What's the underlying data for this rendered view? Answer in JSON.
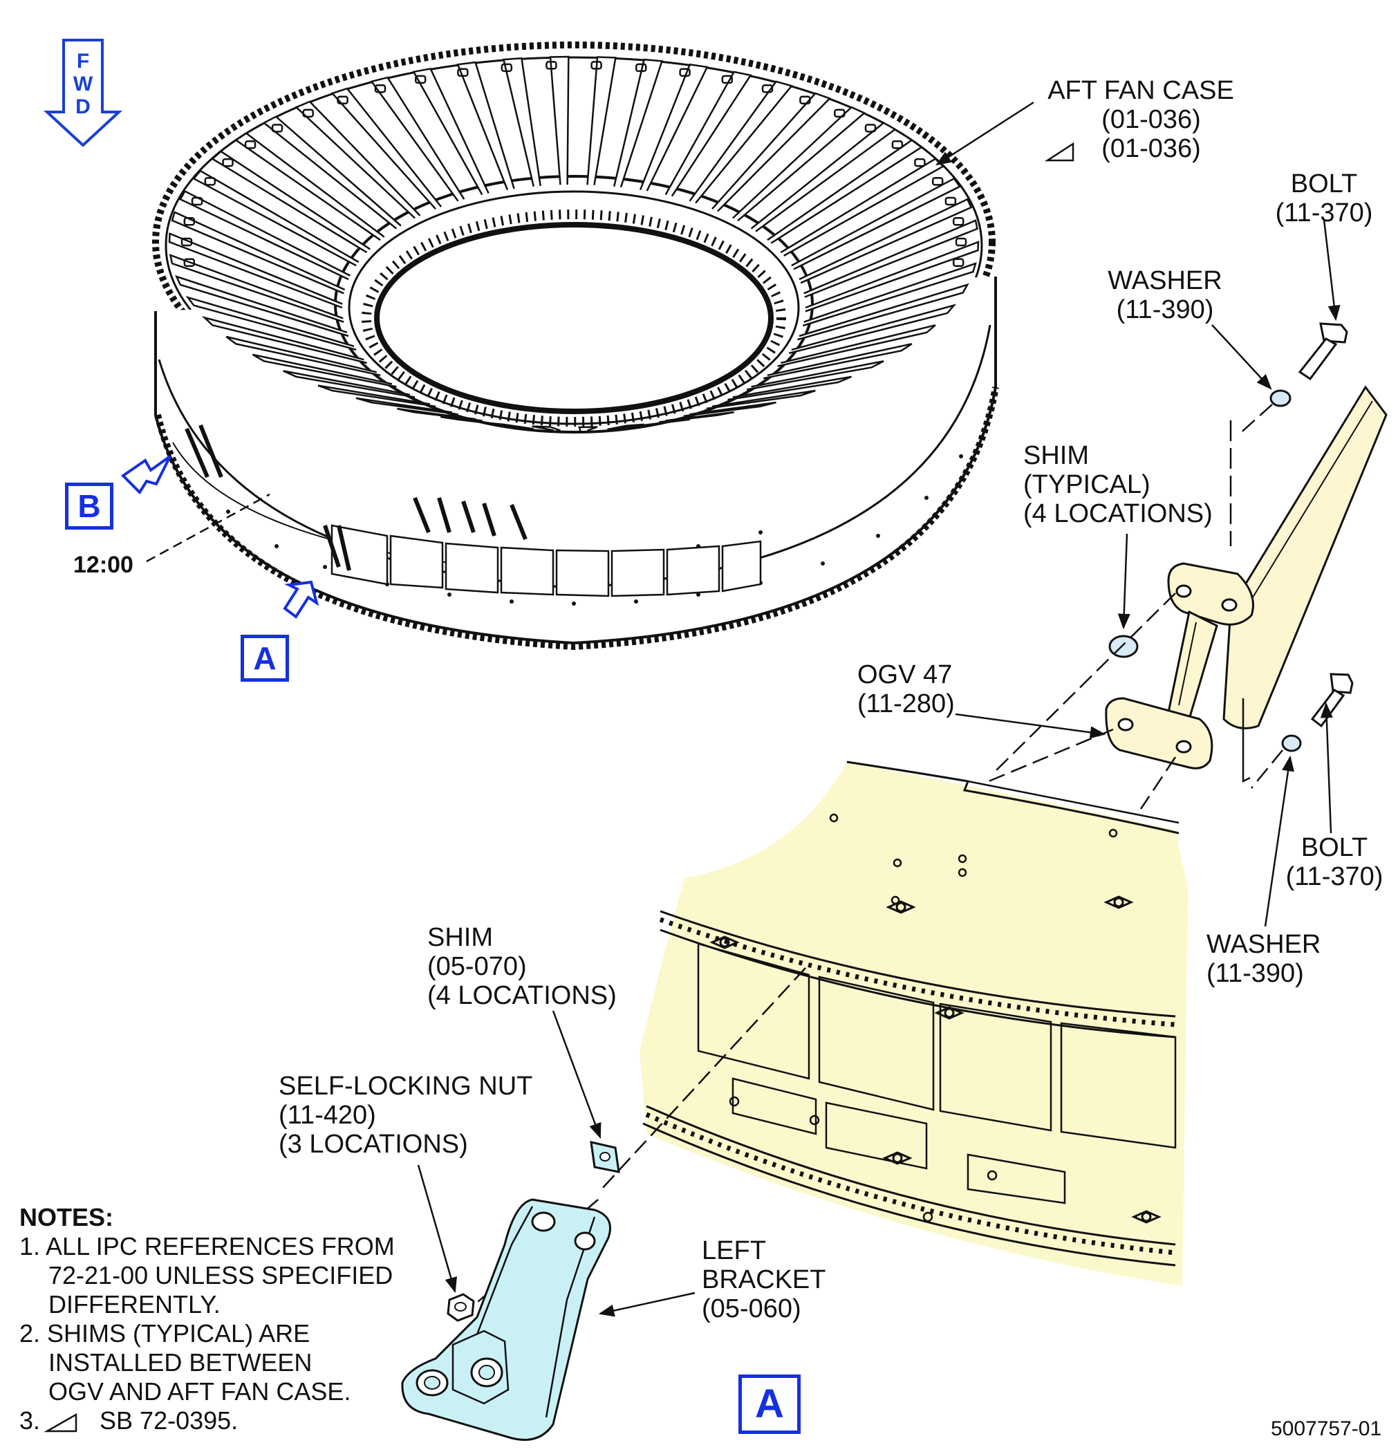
{
  "fwd_indicator": {
    "letters": [
      "F",
      "W",
      "D"
    ]
  },
  "view_markers": {
    "b": "B",
    "a_top": "A",
    "a_detail": "A"
  },
  "clock_position": "12:00",
  "callouts": {
    "aft_fan_case": {
      "name": "AFT FAN CASE",
      "ref": "(01-036)",
      "ref_sb": "(01-036)"
    },
    "bolt_top": {
      "name": "BOLT",
      "ref": "(11-370)"
    },
    "washer_top": {
      "name": "WASHER",
      "ref": "(11-390)"
    },
    "shim_typical": {
      "name": "SHIM",
      "qualifier": "(TYPICAL)",
      "qty": "(4 LOCATIONS)"
    },
    "ogv": {
      "name": "OGV 47",
      "ref": "(11-280)"
    },
    "bolt_bottom": {
      "name": "BOLT",
      "ref": "(11-370)"
    },
    "washer_bottom": {
      "name": "WASHER",
      "ref": "(11-390)"
    },
    "shim_05": {
      "name": "SHIM",
      "ref": "(05-070)",
      "qty": "(4 LOCATIONS)"
    },
    "nut": {
      "name": "SELF-LOCKING NUT",
      "ref": "(11-420)",
      "qty": "(3 LOCATIONS)"
    },
    "left_bracket": {
      "line1": "LEFT",
      "line2": "BRACKET",
      "ref": "(05-060)"
    }
  },
  "notes": {
    "title": "NOTES:",
    "items": [
      {
        "lines": [
          "1. ALL IPC REFERENCES FROM",
          "72-21-00 UNLESS SPECIFIED",
          "DIFFERENTLY."
        ]
      },
      {
        "lines": [
          "2. SHIMS (TYPICAL) ARE",
          "INSTALLED BETWEEN",
          "OGV AND AFT FAN CASE."
        ]
      },
      {
        "lines": [
          "3.",
          "SB 72-0395."
        ]
      }
    ]
  },
  "figure_id": "5007757-01",
  "colors": {
    "case_fill": "#fbf8cc",
    "bracket_fill": "#c9f1f5",
    "ogv_fill": "#fdf6d0",
    "marker_blue": "#1530e0",
    "line": "#111111"
  }
}
